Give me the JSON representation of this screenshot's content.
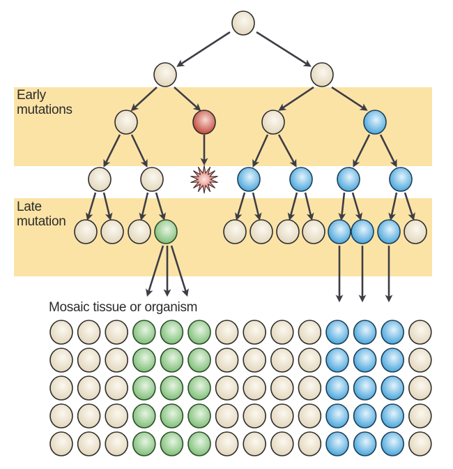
{
  "labels": {
    "early": [
      "Early",
      "mutations"
    ],
    "late": [
      "Late",
      "mutation"
    ],
    "mosaic": "Mosaic tissue or organism"
  },
  "colors": {
    "band": "#fbe3a6",
    "arrow": "#3d3d45",
    "outline": "#2d2d2d",
    "normal": "#ece2cb",
    "red": "#d0584a",
    "blue": "#5fb2e2",
    "green": "#8fc98a",
    "star": "#e2736a"
  },
  "lineage": {
    "root": {
      "type": "normal"
    },
    "level2": [
      "normal",
      "normal"
    ],
    "level3": [
      "normal",
      "red",
      "normal",
      "blue"
    ],
    "level4": [
      "normal",
      "normal",
      "dead",
      "blue",
      "blue",
      "blue",
      "blue"
    ],
    "level5": [
      "normal",
      "normal",
      "normal",
      "green",
      "normal",
      "normal",
      "normal",
      "normal",
      "blue",
      "blue",
      "blue",
      "normal"
    ]
  },
  "mosaic_grid": {
    "rows": 5,
    "columns": [
      "normal",
      "normal",
      "normal",
      "green",
      "green",
      "green",
      "normal",
      "normal",
      "normal",
      "normal",
      "blue",
      "blue",
      "blue",
      "normal"
    ]
  }
}
